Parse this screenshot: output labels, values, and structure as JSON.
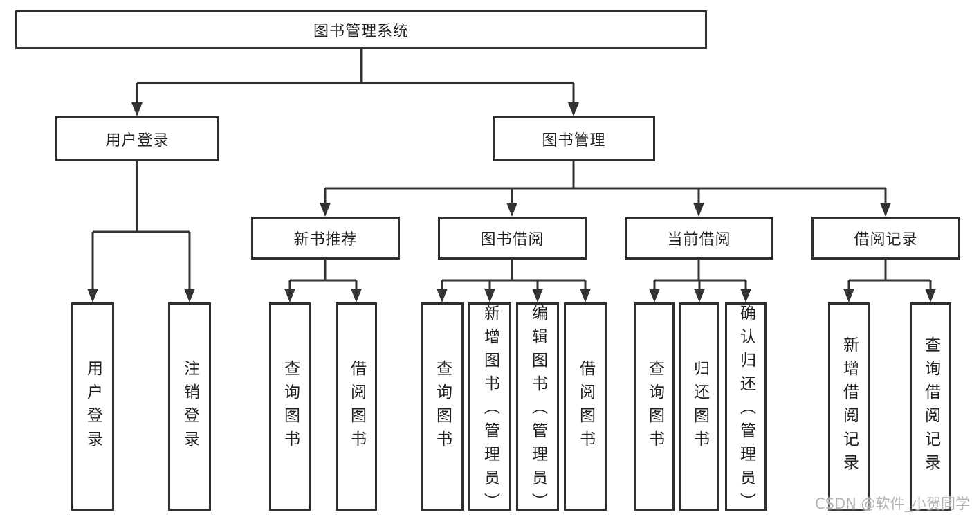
{
  "diagram": {
    "root": {
      "label": "图书管理系统"
    },
    "branches": [
      {
        "label": "用户登录",
        "children": [
          {
            "label": "用户登录"
          },
          {
            "label": "注销登录"
          }
        ]
      },
      {
        "label": "图书管理",
        "children": [
          {
            "label": "新书推荐",
            "children": [
              {
                "label": "查询图书"
              },
              {
                "label": "借阅图书"
              }
            ]
          },
          {
            "label": "图书借阅",
            "children": [
              {
                "label": "查询图书"
              },
              {
                "label": "新增图书（管理员）"
              },
              {
                "label": "编辑图书（管理员）"
              },
              {
                "label": "借阅图书"
              }
            ]
          },
          {
            "label": "当前借阅",
            "children": [
              {
                "label": "查询图书"
              },
              {
                "label": "归还图书"
              },
              {
                "label": "确认归还（管理员）"
              }
            ]
          },
          {
            "label": "借阅记录",
            "children": [
              {
                "label": "新增借阅记录"
              },
              {
                "label": "查询借阅记录"
              }
            ]
          }
        ]
      }
    ]
  },
  "watermark": {
    "text": "CSDN @软件_小贺同学"
  },
  "colors": {
    "line": "#333333",
    "box_border": "#2e2e2e",
    "box_fill": "#ffffff",
    "text": "#1f1f1f",
    "watermark": "#b3b3b3",
    "background": "#ffffff"
  }
}
